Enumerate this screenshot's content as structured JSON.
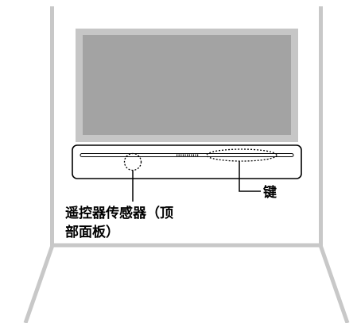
{
  "labels": {
    "remote_sensor_line1": "遥控器传感器（顶",
    "remote_sensor_line2": "部面板）",
    "buttons": "键"
  },
  "colors": {
    "room_lines": "#c8c8c8",
    "tv_screen": "#a3a3a3",
    "tv_bezel": "#c6c6c6",
    "soundbar_body": "#ffffff",
    "soundbar_outline": "#000000",
    "callout_lines": "#000000"
  }
}
